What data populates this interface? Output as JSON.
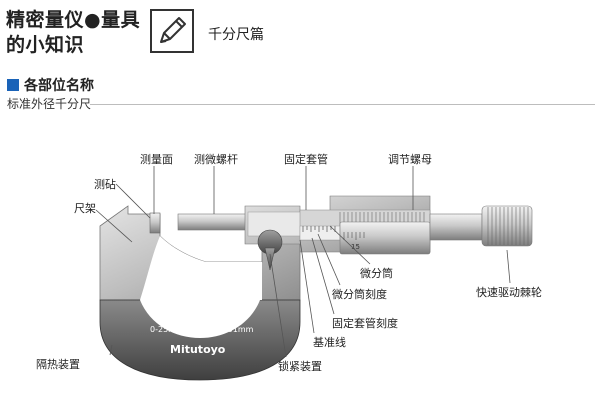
{
  "header": {
    "title_line1": "精密量仪●量具",
    "title_line2": "的小知识",
    "subtitle": "千分尺篇",
    "pencil_icon": "pencil-icon"
  },
  "section": {
    "title": "各部位名称",
    "subtitle": "标准外径千分尺",
    "marker_color": "#1a63b8"
  },
  "diagram": {
    "brand": "Mitutoyo",
    "frame_range_text": "0-25mm",
    "frame_resolution_text": "0.01mm",
    "thimble_digits": "15",
    "labels": {
      "measuring_face": "测量面",
      "spindle": "测微螺杆",
      "sleeve": "固定套管",
      "adjusting_nut": "调节螺母",
      "anvil": "测砧",
      "frame": "尺架",
      "thimble": "微分筒",
      "thimble_scale": "微分筒刻度",
      "sleeve_scale": "固定套管刻度",
      "ratchet": "快速驱动棘轮",
      "reference_line": "基准线",
      "heat_insulator": "隔热装置",
      "lock": "锁紧装置"
    }
  }
}
